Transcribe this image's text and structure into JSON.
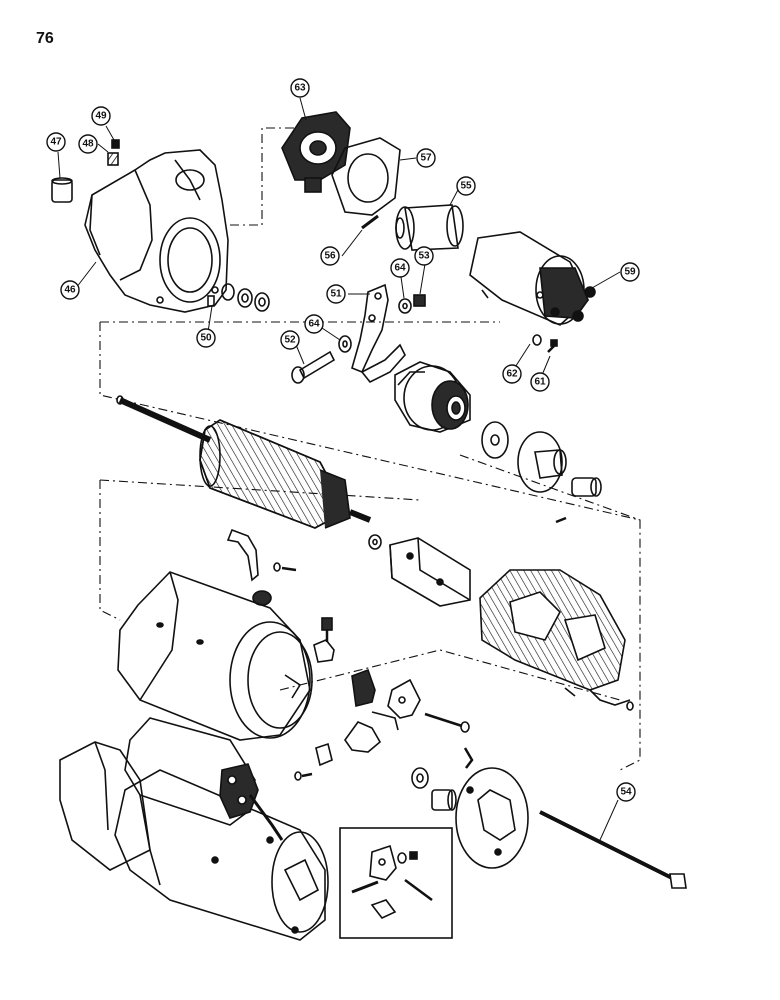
{
  "page": {
    "number": "76"
  },
  "callouts": [
    "47",
    "48",
    "49",
    "46",
    "63",
    "57",
    "55",
    "56",
    "64",
    "53",
    "59",
    "51",
    "50",
    "64",
    "52",
    "62",
    "61",
    "54"
  ],
  "colors": {
    "ink": "#111111",
    "paper": "#ffffff",
    "shade": "#2a2a2a"
  }
}
